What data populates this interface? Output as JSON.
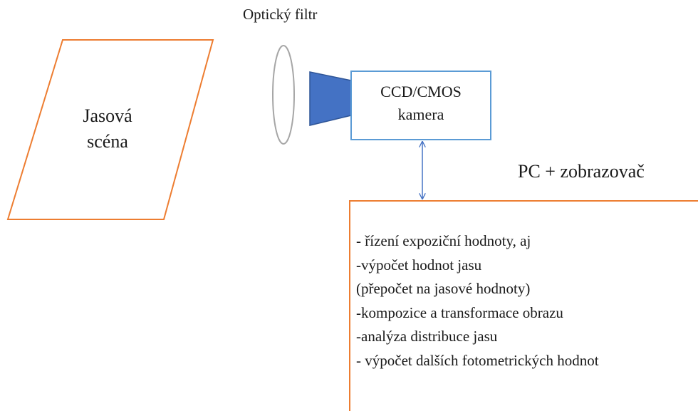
{
  "optical_filter": {
    "label": "Optický filtr"
  },
  "scene": {
    "line1": "Jasová",
    "line2": "scéna"
  },
  "camera": {
    "line1": "CCD/CMOS",
    "line2": "kamera"
  },
  "pc": {
    "title": "PC + zobrazovač",
    "items": [
      "- řízení expoziční hodnoty, aj",
      "-výpočet hodnot jasu",
      "(přepočet na jasové hodnoty)",
      "-kompozice a transformace obrazu",
      "-analýza distribuce jasu",
      "- výpočet dalších fotometrických hodnot"
    ]
  },
  "colors": {
    "orange_outline": "#ed7d31",
    "blue_outline": "#5b9bd5",
    "lens_fill": "#4472c4",
    "lens_stroke": "#2f5597",
    "filter_stroke": "#a6a6a6",
    "arrow": "#4472c4"
  }
}
